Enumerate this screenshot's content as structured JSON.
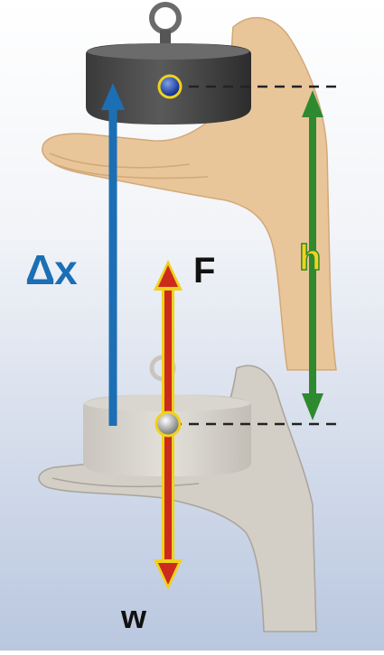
{
  "labels": {
    "delta_x": "Δx",
    "force": "F",
    "height": "h",
    "weight": "w"
  },
  "colors": {
    "background_top": "#ffffff",
    "background_bottom": "#b9c7df",
    "delta_x_arrow": "#1c6fb4",
    "force_weight_arrow": "#cc2a1c",
    "arrow_outline": "#f0d11c",
    "height_arrow": "#2f8a2f",
    "height_label": "#f3d11b",
    "dark_weight": "#4a4a4a",
    "light_weight": "#d9d6d0",
    "hand_top": "#e9c69a",
    "hand_bottom": "#d3cfc7",
    "text_dark": "#111111"
  },
  "icons": {
    "center_mass_top": "blue-sphere-icon",
    "center_mass_bottom": "gray-sphere-icon"
  }
}
